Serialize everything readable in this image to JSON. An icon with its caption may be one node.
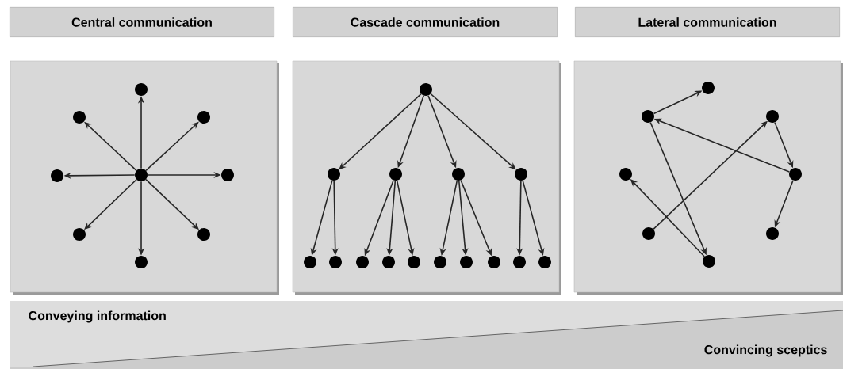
{
  "diagram": {
    "nodes": [
      {
        "text": [
          "Central communication"
        ]
      },
      {
        "text": [
          "Cascade communication"
        ]
      },
      {
        "text": [
          "Lateral communication"
        ]
      },
      {
        "text": [],
        "shape": "box"
      },
      {
        "text": [],
        "shape": "box"
      },
      {
        "text": [],
        "shape": "box"
      },
      {
        "text": [
          "Conveying information",
          "Convincing sceptics"
        ]
      },
      {
        "text": [],
        "shape": "circle",
        "in": 3
      },
      {
        "text": [],
        "shape": "circle",
        "in": 3
      },
      {
        "text": [],
        "shape": "circle",
        "in": 3
      },
      {
        "text": [],
        "shape": "circle",
        "in": 3
      },
      {
        "text": [],
        "shape": "circle",
        "in": 3
      },
      {
        "text": [],
        "shape": "circle",
        "in": 3
      },
      {
        "text": [],
        "shape": "circle",
        "in": 3
      },
      {
        "text": [],
        "shape": "circle",
        "in": 3
      },
      {
        "text": [],
        "shape": "circle",
        "in": 3
      },
      {
        "text": [],
        "shape": "circle",
        "in": 4
      },
      {
        "text": [],
        "shape": "circle",
        "in": 4
      },
      {
        "text": [],
        "shape": "circle",
        "in": 4
      },
      {
        "text": [],
        "shape": "circle",
        "in": 4
      },
      {
        "text": [],
        "shape": "circle",
        "in": 4
      },
      {
        "text": [],
        "shape": "circle",
        "in": 4
      },
      {
        "text": [],
        "shape": "circle",
        "in": 4
      },
      {
        "text": [],
        "shape": "circle",
        "in": 4
      },
      {
        "text": [],
        "shape": "circle",
        "in": 4
      },
      {
        "text": [],
        "shape": "circle",
        "in": 4
      },
      {
        "text": [],
        "shape": "circle",
        "in": 4
      },
      {
        "text": [],
        "shape": "circle",
        "in": 4
      },
      {
        "text": [],
        "shape": "circle",
        "in": 4
      },
      {
        "text": [],
        "shape": "circle",
        "in": 4
      },
      {
        "text": [],
        "shape": "circle",
        "in": 4
      },
      {
        "text": [],
        "shape": "circle",
        "in": 5
      },
      {
        "text": [],
        "shape": "circle",
        "in": 5
      },
      {
        "text": [],
        "shape": "circle",
        "in": 5
      },
      {
        "text": [],
        "shape": "circle",
        "in": 5
      },
      {
        "text": [],
        "shape": "circle",
        "in": 5
      },
      {
        "text": [],
        "shape": "circle",
        "in": 5
      },
      {
        "text": [],
        "shape": "circle",
        "in": 5
      },
      {
        "text": [],
        "shape": "circle",
        "in": 5
      }
    ],
    "edges": [
      {
        "from": 11,
        "to": 7,
        "arrow": "to"
      },
      {
        "from": 11,
        "to": 8,
        "arrow": "to"
      },
      {
        "from": 11,
        "to": 9,
        "arrow": "to"
      },
      {
        "from": 11,
        "to": 10,
        "arrow": "to"
      },
      {
        "from": 11,
        "to": 12,
        "arrow": "to"
      },
      {
        "from": 11,
        "to": 13,
        "arrow": "to"
      },
      {
        "from": 11,
        "to": 14,
        "arrow": "to"
      },
      {
        "from": 11,
        "to": 15,
        "arrow": "to"
      },
      {
        "from": 16,
        "to": 17,
        "arrow": "to"
      },
      {
        "from": 16,
        "to": 18,
        "arrow": "to"
      },
      {
        "from": 16,
        "to": 19,
        "arrow": "to"
      },
      {
        "from": 16,
        "to": 20,
        "arrow": "to"
      },
      {
        "from": 17,
        "to": 21,
        "arrow": "to"
      },
      {
        "from": 17,
        "to": 22,
        "arrow": "to"
      },
      {
        "from": 18,
        "to": 23,
        "arrow": "to"
      },
      {
        "from": 18,
        "to": 24,
        "arrow": "to"
      },
      {
        "from": 18,
        "to": 25,
        "arrow": "to"
      },
      {
        "from": 19,
        "to": 26,
        "arrow": "to"
      },
      {
        "from": 19,
        "to": 27,
        "arrow": "to"
      },
      {
        "from": 19,
        "to": 28,
        "arrow": "to"
      },
      {
        "from": 20,
        "to": 29,
        "arrow": "to"
      },
      {
        "from": 20,
        "to": 30,
        "arrow": "to"
      },
      {
        "from": 32,
        "to": 31,
        "arrow": "to"
      },
      {
        "from": 35,
        "to": 32,
        "arrow": "to"
      },
      {
        "from": 32,
        "to": 38,
        "arrow": "to"
      },
      {
        "from": 36,
        "to": 33,
        "arrow": "to"
      },
      {
        "from": 33,
        "to": 35,
        "arrow": "to"
      },
      {
        "from": 35,
        "to": 37,
        "arrow": "to"
      },
      {
        "from": 38,
        "to": 34,
        "arrow": "to"
      }
    ]
  }
}
